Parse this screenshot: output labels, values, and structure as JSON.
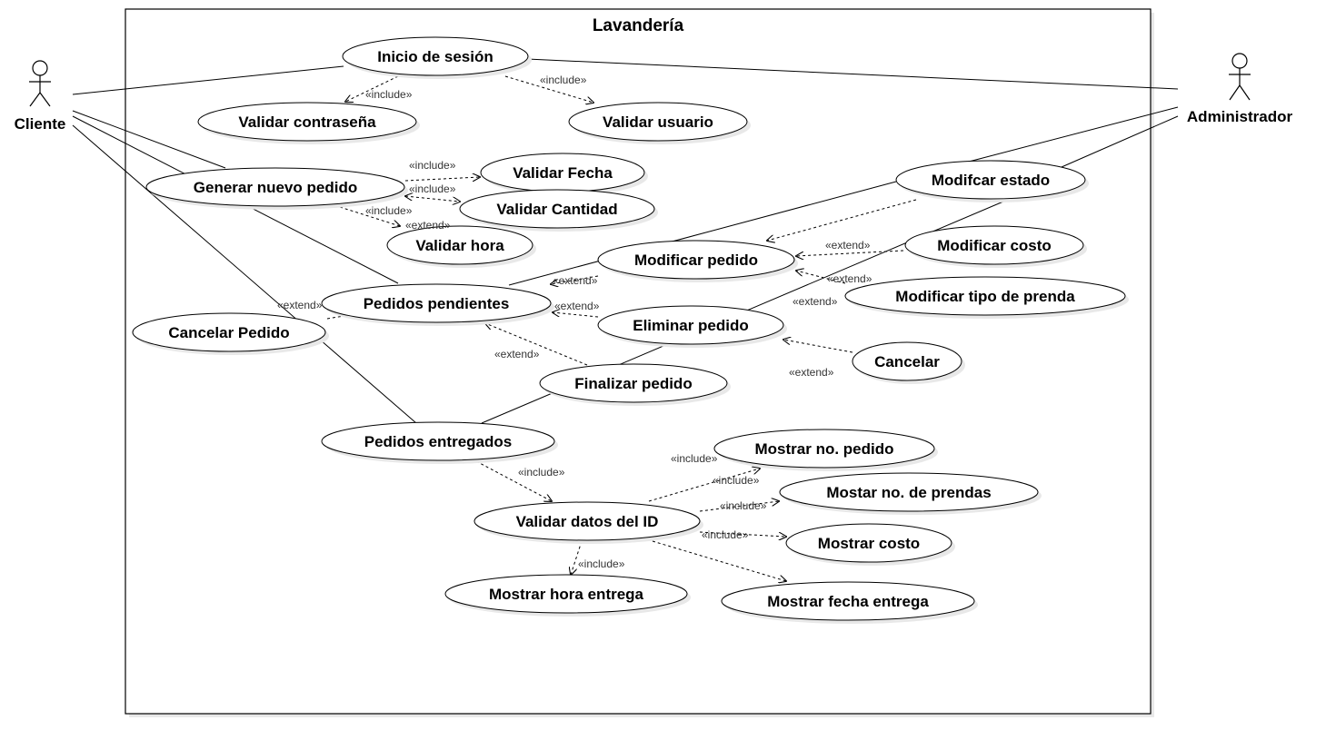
{
  "system": {
    "title": "Lavandería"
  },
  "actors": {
    "cliente": "Cliente",
    "administrador": "Administrador"
  },
  "use_cases": {
    "inicio_sesion": "Inicio de sesión",
    "validar_contrasena": "Validar contraseña",
    "validar_usuario": "Validar usuario",
    "generar_pedido": "Generar nuevo pedido",
    "validar_fecha": "Validar Fecha",
    "validar_cantidad": "Validar Cantidad",
    "validar_hora": "Validar hora",
    "modificar_estado": "Modifcar estado",
    "modificar_pedido": "Modificar pedido",
    "modificar_costo": "Modificar costo",
    "modificar_tipo_prenda": "Modificar tipo de prenda",
    "pedidos_pendientes": "Pedidos pendientes",
    "cancelar_pedido": "Cancelar Pedido",
    "eliminar_pedido": "Eliminar pedido",
    "cancelar": "Cancelar",
    "finalizar_pedido": "Finalizar pedido",
    "pedidos_entregados": "Pedidos entregados",
    "mostrar_no_pedido": "Mostrar no. pedido",
    "mostar_no_prendas": "Mostar no. de prendas",
    "validar_datos_id": "Validar datos del ID",
    "mostrar_costo": "Mostrar costo",
    "mostrar_hora_entrega": "Mostrar hora entrega",
    "mostrar_fecha_entrega": "Mostrar fecha entrega"
  },
  "stereotypes": {
    "include": "«include»",
    "extend": "«extend»"
  },
  "colors": {
    "line": "#000000",
    "shadow": "#e6e6e6",
    "background": "#ffffff"
  }
}
